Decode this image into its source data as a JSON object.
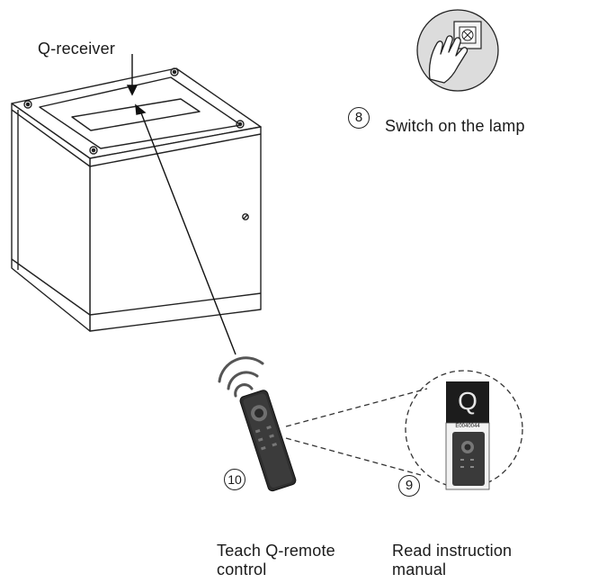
{
  "labels": {
    "receiver": "Q-receiver",
    "step8_text": "Switch on the lamp",
    "step10_line1": "Teach Q-remote",
    "step10_line2": "control",
    "step9_line1": "Read instruction",
    "step9_line2": "manual",
    "manual_code": "E0040044",
    "manual_logo": "Q"
  },
  "steps": {
    "step8": "8",
    "step9": "9",
    "step10": "10"
  }
}
